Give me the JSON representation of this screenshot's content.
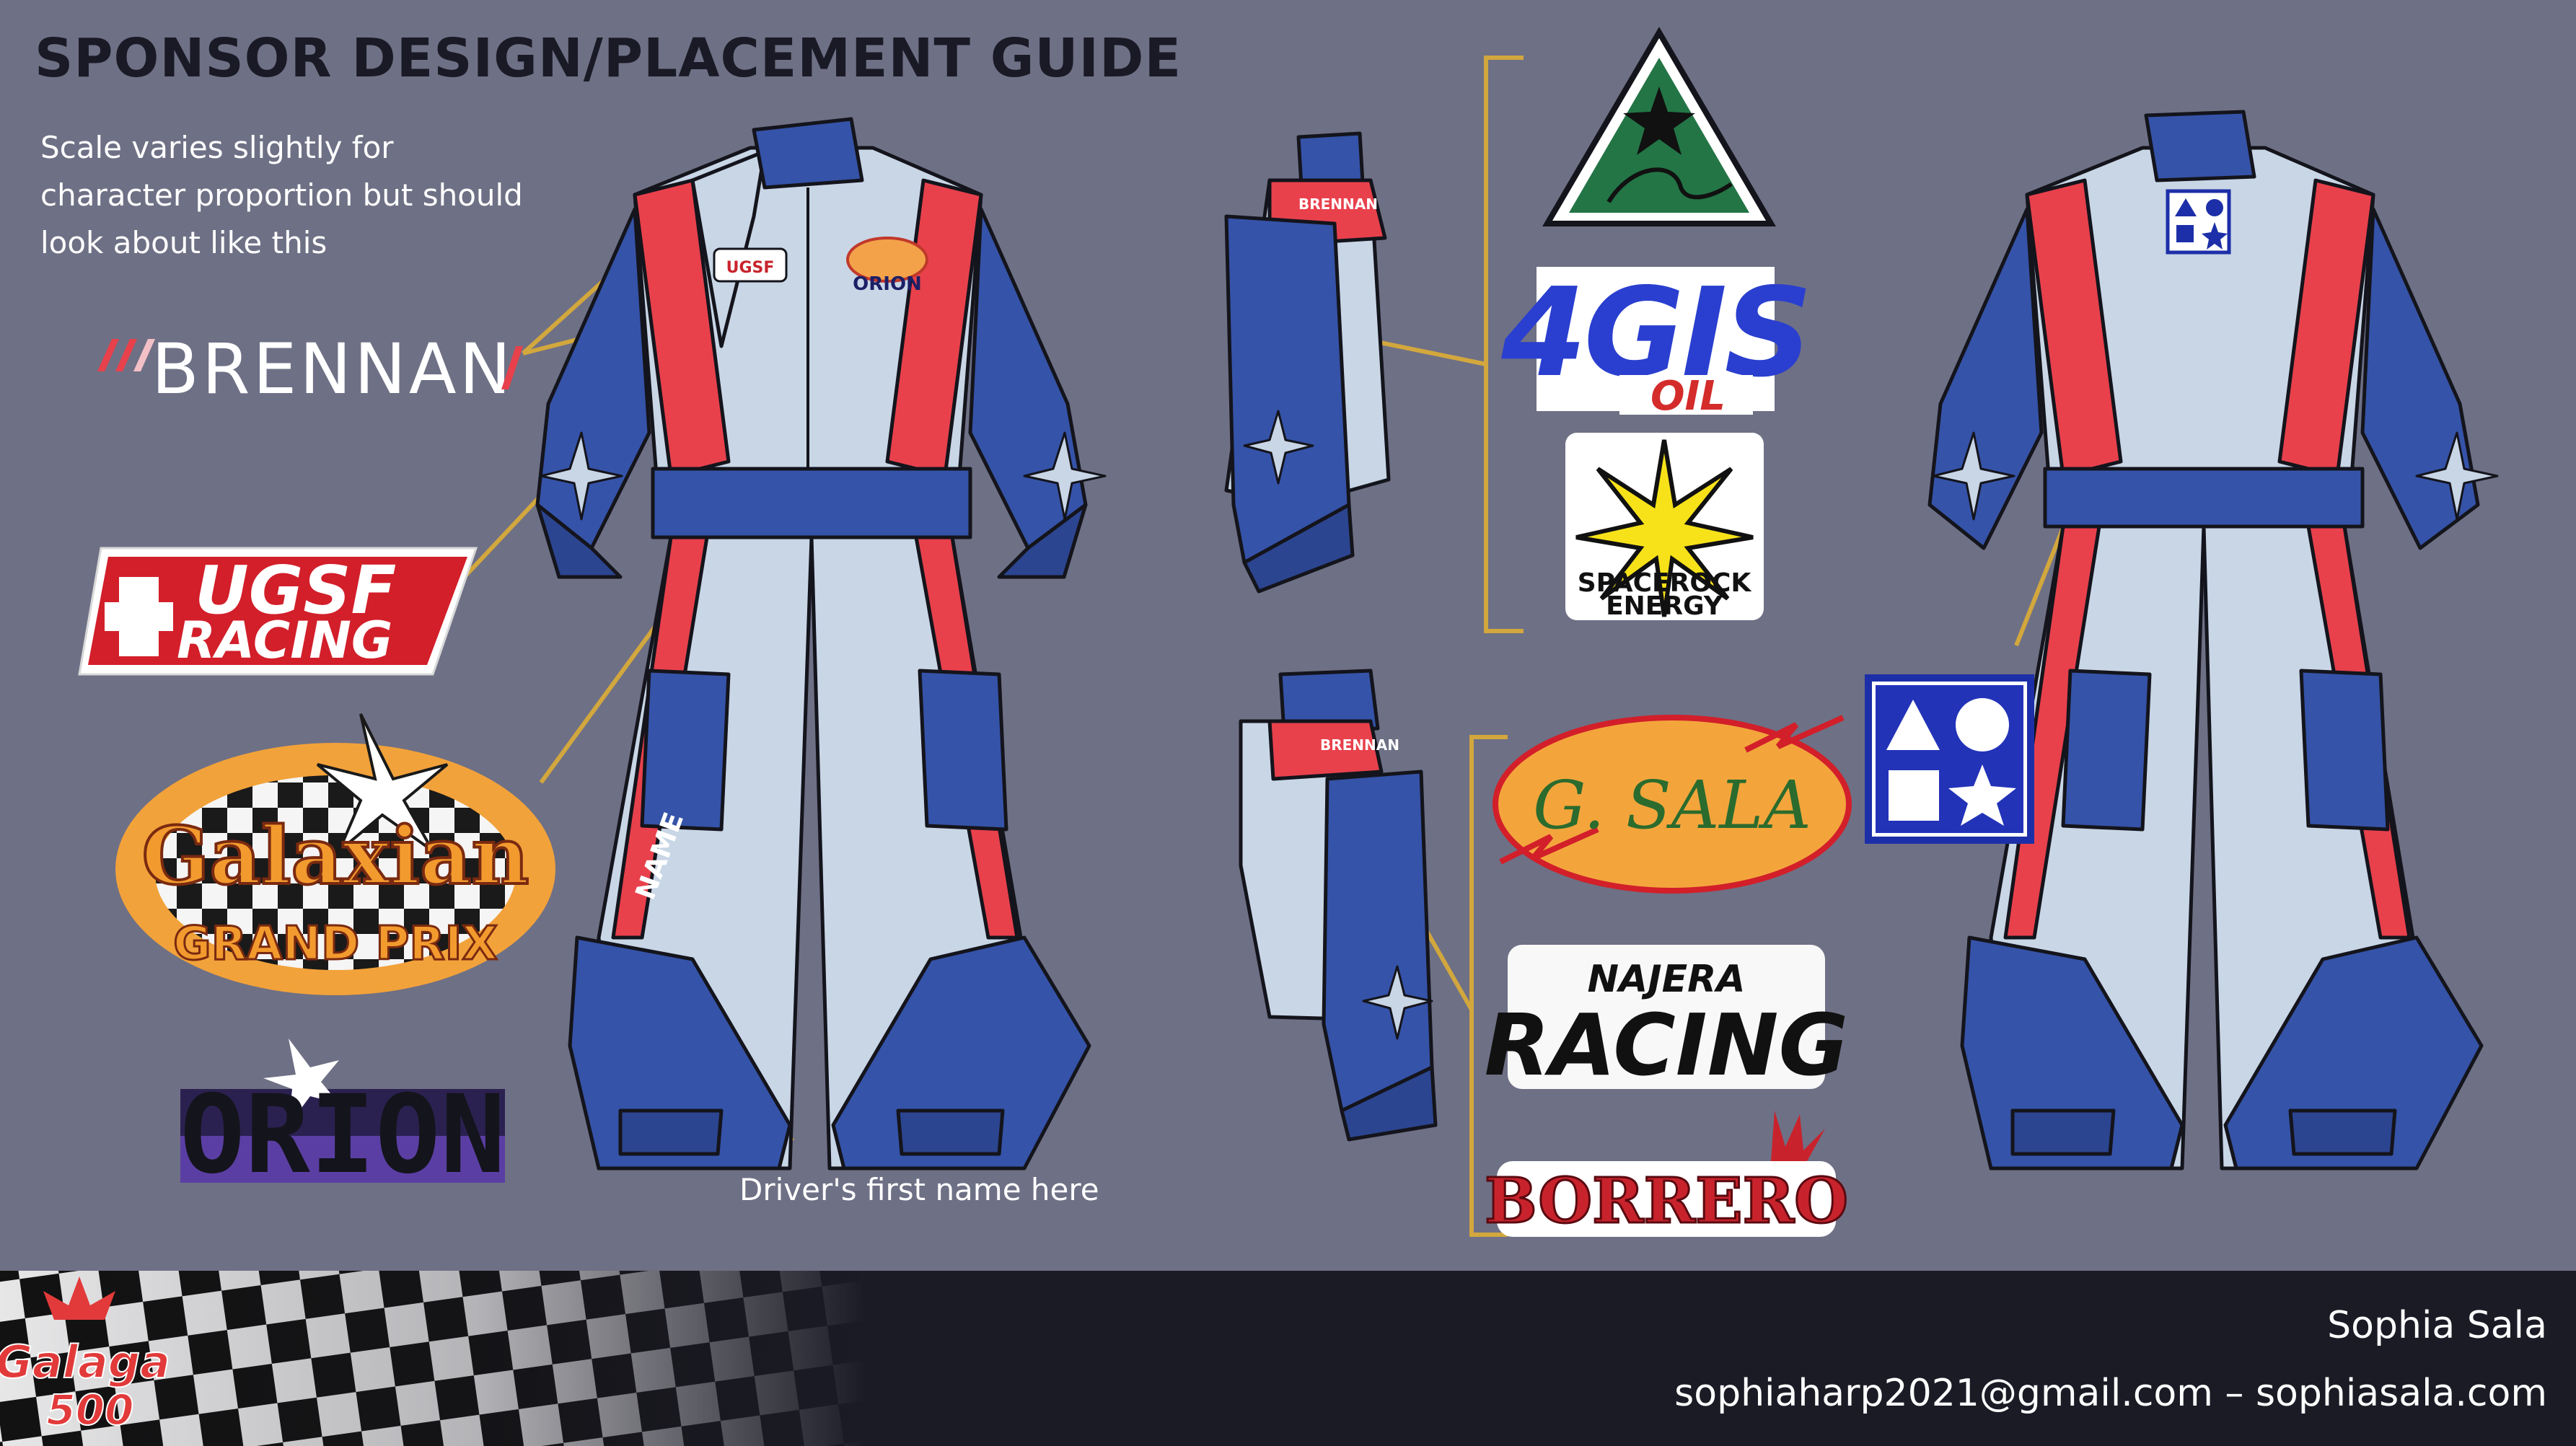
{
  "header": {
    "title": "SPONSOR DESIGN/PLACEMENT GUIDE",
    "note": "Scale varies slightly for character proportion but should look about like this"
  },
  "annotations": {
    "driver_name_note": "Driver's first name here",
    "suit_name_patch": "NAME"
  },
  "sponsors": {
    "brennan": "BRENNAN",
    "ugsf_line1": "UGSF",
    "ugsf_line2": "RACING",
    "galaxian_line1": "Galaxian",
    "galaxian_line2": "GRAND PRIX",
    "orion": "ORION",
    "yugis_line1": "4GIS",
    "yugis_line2": "OIL",
    "spacerock_line1": "SPACEROCK",
    "spacerock_line2": "ENERGY",
    "gsala": "G. SALA",
    "najera_line1": "NAJERA",
    "najera_line2": "RACING",
    "borrero": "BORRERO"
  },
  "footer": {
    "event_logo_line1": "Galaga",
    "event_logo_line2": "500",
    "author_name": "Sophia Sala",
    "author_contact": "sophiaharp2021@gmail.com – sophiasala.com"
  },
  "colors": {
    "background": "#6e7085",
    "suit_blue": "#3553a8",
    "suit_light": "#c8d6e6",
    "suit_red": "#e8414c",
    "leader_gold": "#d2a73d",
    "footer_dark": "#1b1b26"
  }
}
